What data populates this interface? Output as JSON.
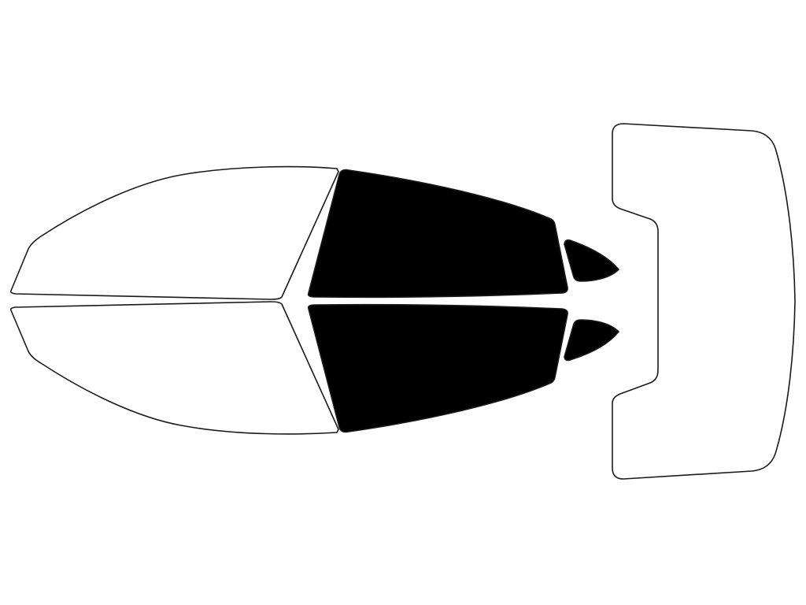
{
  "colors": {
    "background": "#ffffff",
    "outline": "#1a1a1a",
    "clear": "#ffffff",
    "tinted": "#000000"
  },
  "panes": [
    {
      "id": "front-window-top",
      "tint": "clear"
    },
    {
      "id": "front-window-bottom",
      "tint": "clear"
    },
    {
      "id": "rear-window-top",
      "tint": "tinted"
    },
    {
      "id": "rear-window-bottom",
      "tint": "tinted"
    },
    {
      "id": "quarter-glass-top",
      "tint": "tinted"
    },
    {
      "id": "quarter-glass-bottom",
      "tint": "tinted"
    },
    {
      "id": "rear-windshield",
      "tint": "clear"
    }
  ]
}
